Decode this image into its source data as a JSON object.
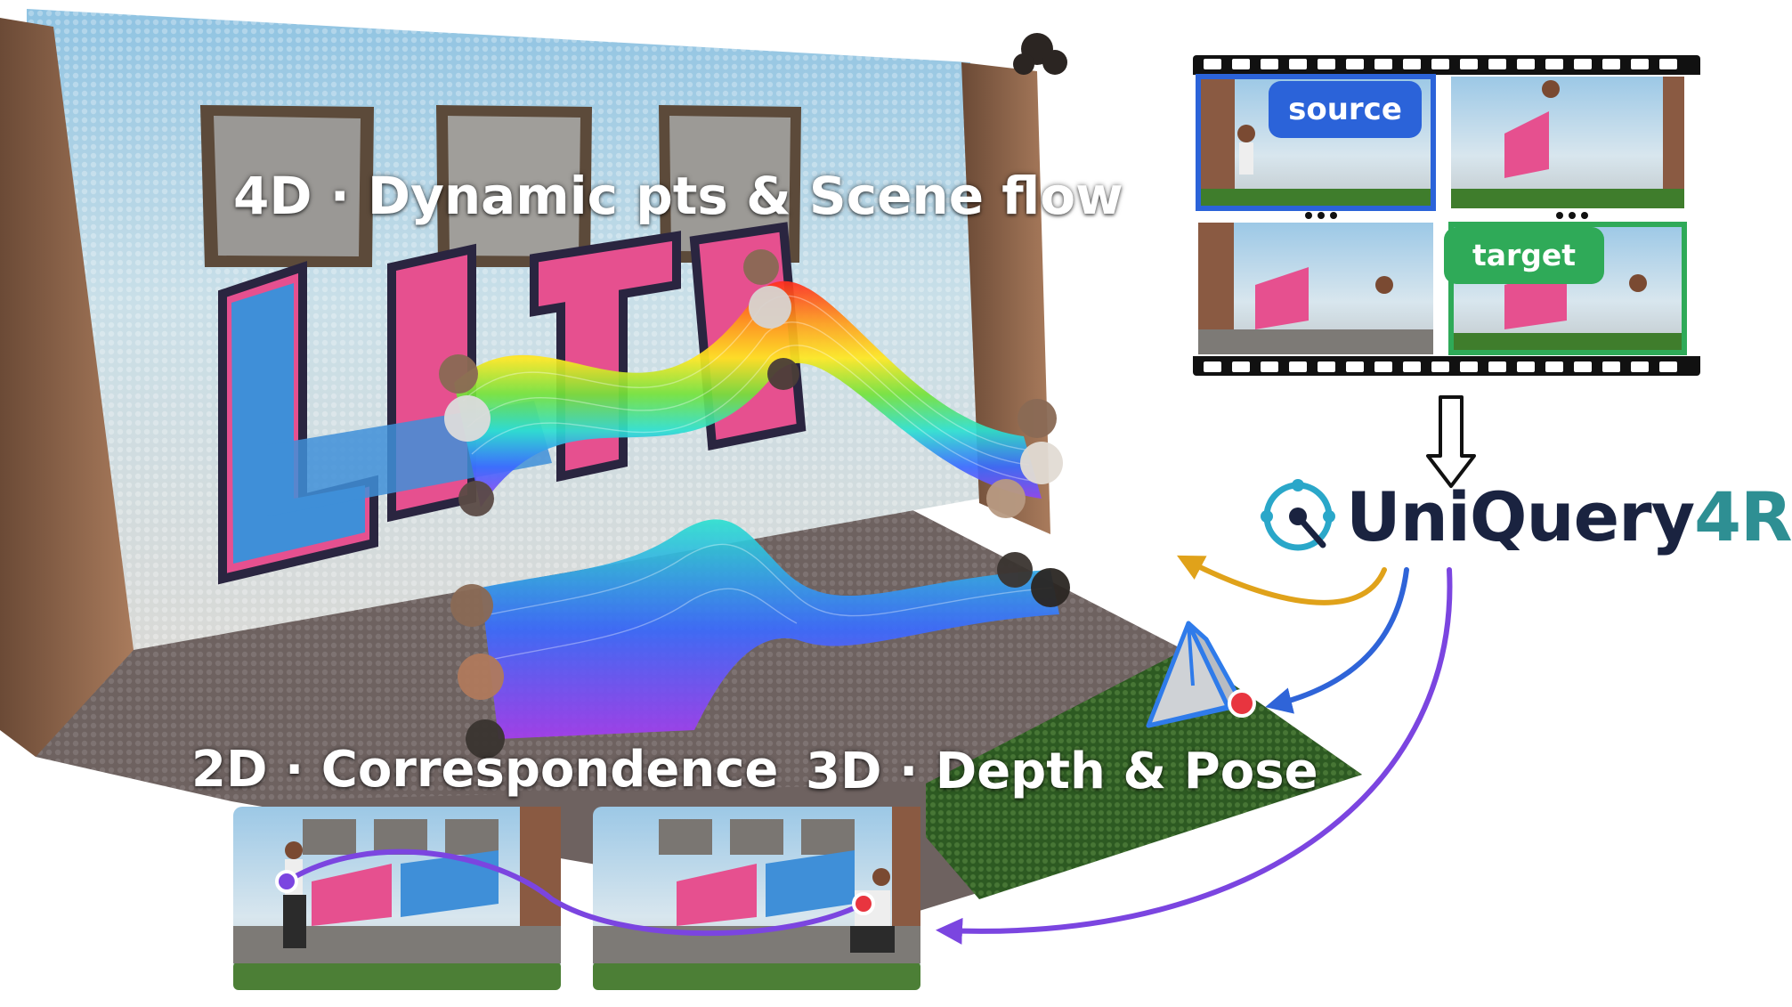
{
  "labels": {
    "four_d": "4D · Dynamic pts & Scene flow",
    "two_d": "2D · Correspondence",
    "three_d": "3D · Depth & Pose"
  },
  "frames": {
    "source_tag": "source",
    "target_tag": "target",
    "ellipsis": "•••"
  },
  "brand": {
    "name": "UniQuery",
    "suffix": "4R"
  },
  "colors": {
    "source": "#2b63d9",
    "target": "#2faa58",
    "arrow_4d": "#e0a21a",
    "arrow_3d": "#2f64d8",
    "arrow_2d": "#7b45e0",
    "brand_dark": "#1a2340",
    "brand_teal": "#2e8f93",
    "point_purple": "#7b45e0",
    "point_red": "#e8353f"
  },
  "icons": [
    "film-strip-icon",
    "down-arrow-icon",
    "uniquery-logo-icon",
    "camera-frustum-icon"
  ]
}
